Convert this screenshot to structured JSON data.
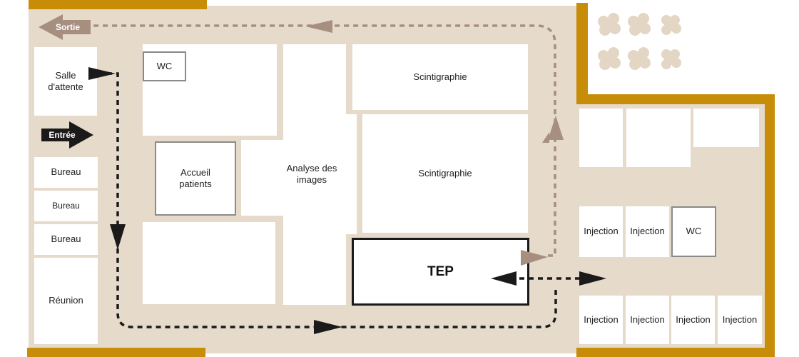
{
  "labels": {
    "sortie": "Sortie",
    "entree": "Entrée"
  },
  "rooms": {
    "salle_attente": "Salle d'attente",
    "bureau_1": "Bureau",
    "bureau_2": "Bureau",
    "bureau_3": "Bureau",
    "reunion": "Réunion",
    "wc_1": "WC",
    "accueil": "Accueil patients",
    "analyse": "Analyse des images",
    "scintigraphie_1": "Scintigraphie",
    "scintigraphie_2": "Scintigraphie",
    "tep": "TEP",
    "injection_1": "Injection",
    "injection_2": "Injection",
    "wc_2": "WC",
    "injection_3": "Injection",
    "injection_4": "Injection",
    "injection_5": "Injection",
    "injection_6": "Injection"
  },
  "colors": {
    "floor": "#e6dacb",
    "wall": "#c88d08",
    "entry_path": "#1a1a1a",
    "exit_path": "#a78f80",
    "tree": "#e3d6c5"
  }
}
